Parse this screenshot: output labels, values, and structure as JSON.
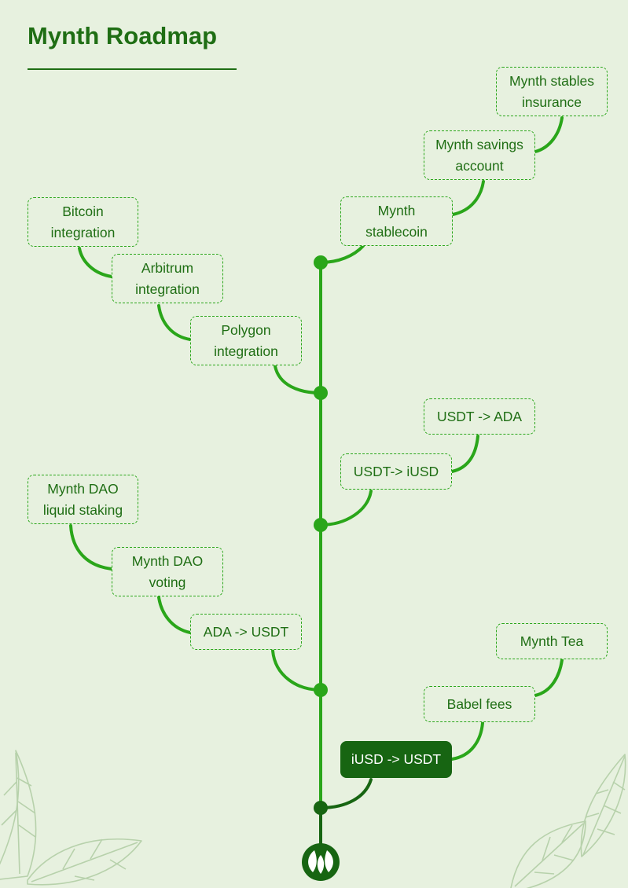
{
  "title": "Mynth Roadmap",
  "colors": {
    "background": "#e7f1df",
    "accent": "#2aa61a",
    "dark": "#176512",
    "heading": "#1f6e14",
    "leaf": "#b7d1ab"
  },
  "milestones": [
    {
      "id": "mynth-stables-insurance",
      "label": "Mynth stables\ninsurance",
      "status": "planned"
    },
    {
      "id": "mynth-savings-account",
      "label": "Mynth savings\naccount",
      "status": "planned"
    },
    {
      "id": "mynth-stablecoin",
      "label": "Mynth\nstablecoin",
      "status": "planned"
    },
    {
      "id": "bitcoin-integration",
      "label": "Bitcoin\nintegration",
      "status": "planned"
    },
    {
      "id": "arbitrum-integration",
      "label": "Arbitrum\nintegration",
      "status": "planned"
    },
    {
      "id": "polygon-integration",
      "label": "Polygon\nintegration",
      "status": "planned"
    },
    {
      "id": "usdt-ada",
      "label": "USDT -> ADA",
      "status": "planned"
    },
    {
      "id": "usdt-iusd",
      "label": "USDT-> iUSD",
      "status": "planned"
    },
    {
      "id": "mynth-dao-liquid-staking",
      "label": "Mynth DAO\nliquid staking",
      "status": "planned"
    },
    {
      "id": "mynth-dao-voting",
      "label": "Mynth DAO\nvoting",
      "status": "planned"
    },
    {
      "id": "ada-usdt",
      "label": "ADA -> USDT",
      "status": "planned"
    },
    {
      "id": "mynth-tea",
      "label": "Mynth Tea",
      "status": "planned"
    },
    {
      "id": "babel-fees",
      "label": "Babel fees",
      "status": "planned"
    },
    {
      "id": "iusd-usdt",
      "label": "iUSD -> USDT",
      "status": "done"
    }
  ],
  "logo_icon": "mynth-leaf-logo-icon"
}
